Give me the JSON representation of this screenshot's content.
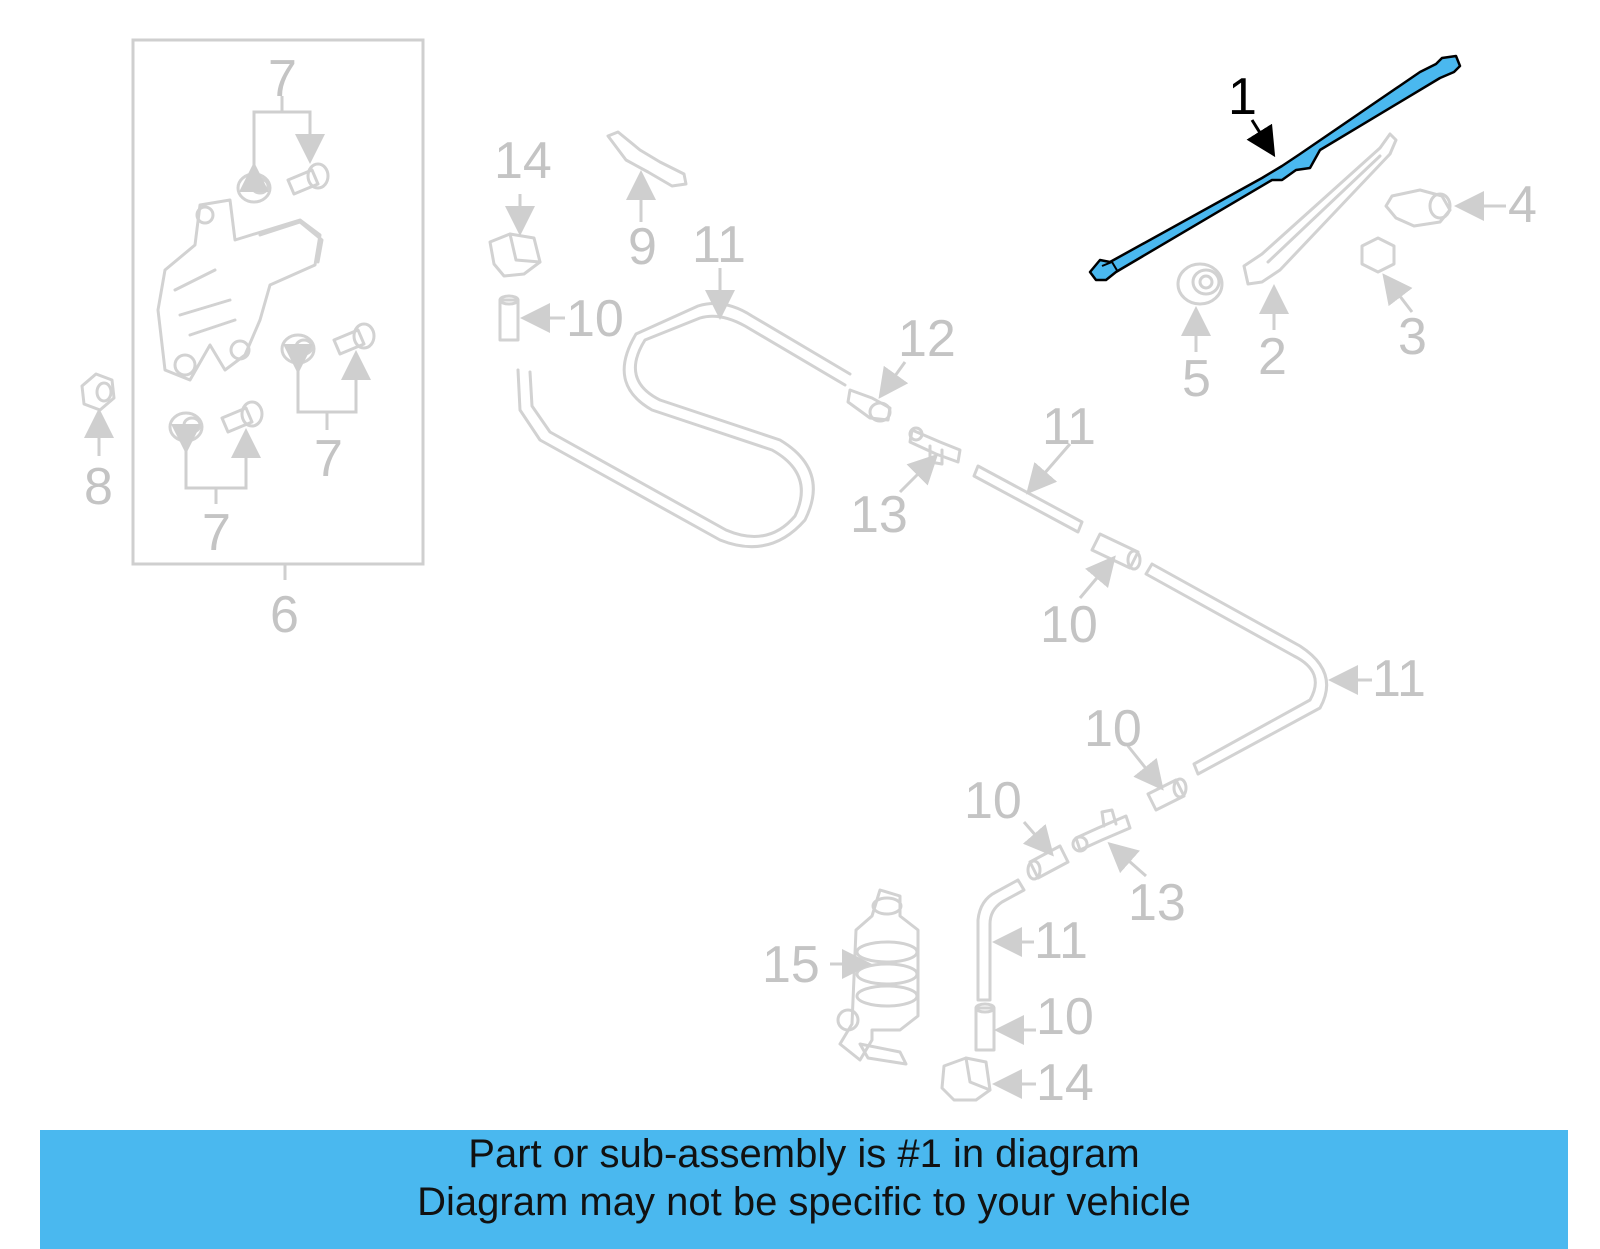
{
  "callouts": {
    "c1": "1",
    "c2": "2",
    "c3": "3",
    "c4": "4",
    "c5": "5",
    "c6": "6",
    "c7a": "7",
    "c7b": "7",
    "c7c": "7",
    "c8": "8",
    "c9": "9",
    "c10a": "10",
    "c10b": "10",
    "c10c": "10",
    "c10d": "10",
    "c10e": "10",
    "c11a": "11",
    "c11b": "11",
    "c11c": "11",
    "c11d": "11",
    "c12": "12",
    "c13a": "13",
    "c13b": "13",
    "c14a": "14",
    "c14b": "14",
    "c15": "15"
  },
  "colors": {
    "highlight": "#4ab8ef",
    "linework": "#d2d2d2",
    "footer_background": "#4ab8ef"
  },
  "footer": {
    "line1": "Part or sub-assembly is #1 in diagram",
    "line2": "Diagram may not be specific to your vehicle"
  }
}
